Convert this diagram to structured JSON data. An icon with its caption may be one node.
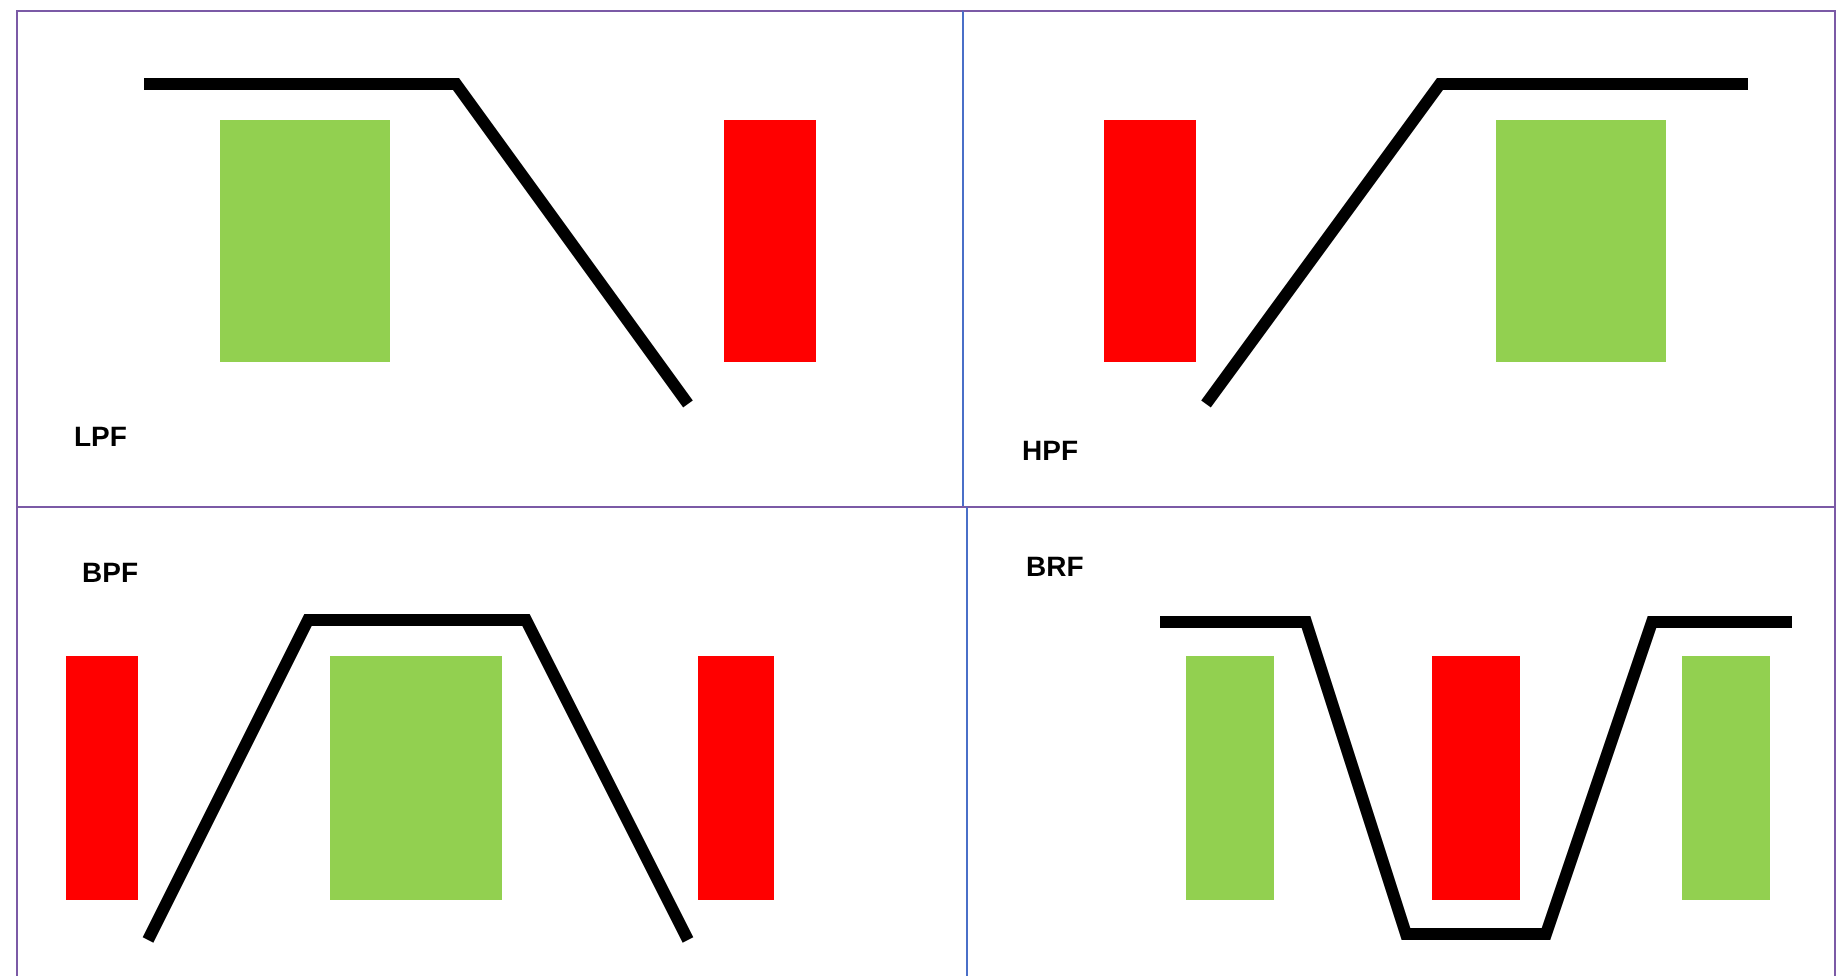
{
  "diagram": {
    "nodes": [
      {
        "text": [
          "LPF"
        ]
      },
      {
        "text": [
          "HPF"
        ]
      },
      {
        "text": [
          "BPF"
        ]
      },
      {
        "text": [
          "BRF"
        ]
      }
    ]
  }
}
